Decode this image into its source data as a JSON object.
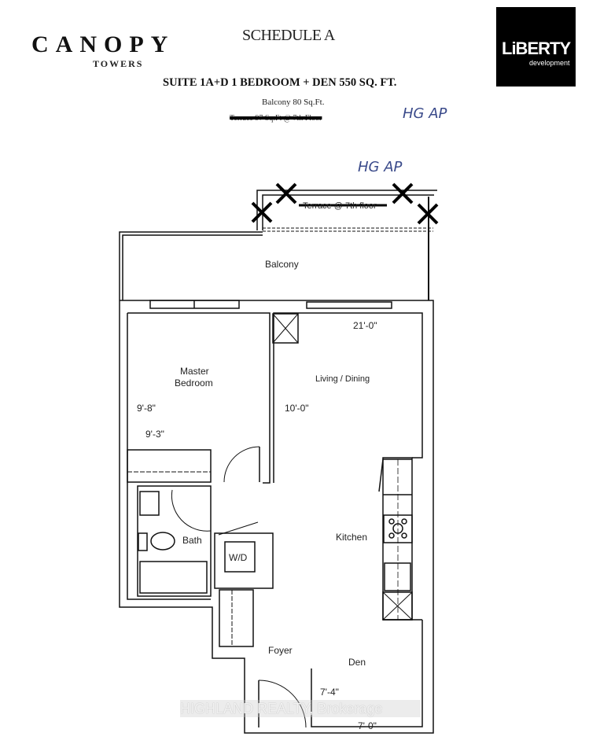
{
  "header": {
    "brand": "CANOPY",
    "brand_sub": "TOWERS",
    "schedule": "SCHEDULE A",
    "suite": "SUITE 1A+D  1 BEDROOM + DEN 550 SQ. FT.",
    "balcony_area": "Balcony 80 Sq.Ft.",
    "terrace_area_struck": "Terrace 97 Sq.Ft @ 7th Floor",
    "initials_top": "HG AP",
    "developer_logo": {
      "line1": "LiBERTY",
      "line2": "development"
    }
  },
  "plan": {
    "terrace_label_struck": "Terrace @ 7th floor",
    "initials_plan": "HG AP",
    "rooms": {
      "balcony": "Balcony",
      "master_bedroom_1": "Master",
      "master_bedroom_2": "Bedroom",
      "living_dining": "Living / Dining",
      "kitchen": "Kitchen",
      "bath": "Bath",
      "wd": "W/D",
      "foyer": "Foyer",
      "den": "Den"
    },
    "dimensions": {
      "living_length": "21'-0\"",
      "bedroom_width": "9'-8\"",
      "bedroom_length": "9'-3\"",
      "living_width": "10'-0\"",
      "den_width": "7'-4\"",
      "den_length": "7'-0\""
    }
  },
  "watermark": "HIGHLAND REALTY, Brokerage"
}
